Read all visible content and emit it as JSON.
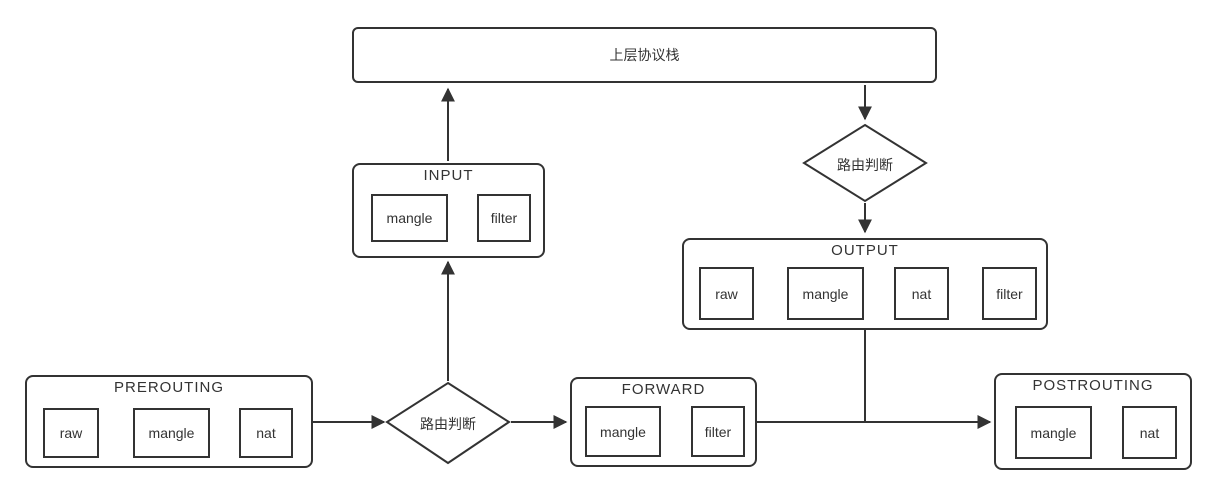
{
  "diagram": {
    "stack_box": {
      "label": "上层协议栈"
    },
    "decisions": {
      "top": {
        "label": "路由判断"
      },
      "bottom": {
        "label": "路由判断"
      }
    },
    "chains": {
      "prerouting": {
        "label": "PREROUTING",
        "tables": [
          "raw",
          "mangle",
          "nat"
        ]
      },
      "input": {
        "label": "INPUT",
        "tables": [
          "mangle",
          "filter"
        ]
      },
      "forward": {
        "label": "FORWARD",
        "tables": [
          "mangle",
          "filter"
        ]
      },
      "output": {
        "label": "OUTPUT",
        "tables": [
          "raw",
          "mangle",
          "nat",
          "filter"
        ]
      },
      "postrouting": {
        "label": "POSTROUTING",
        "tables": [
          "mangle",
          "nat"
        ]
      }
    },
    "colors": {
      "line": "#333333",
      "box_fill": "#ffffff",
      "background": "#ffffff"
    }
  }
}
